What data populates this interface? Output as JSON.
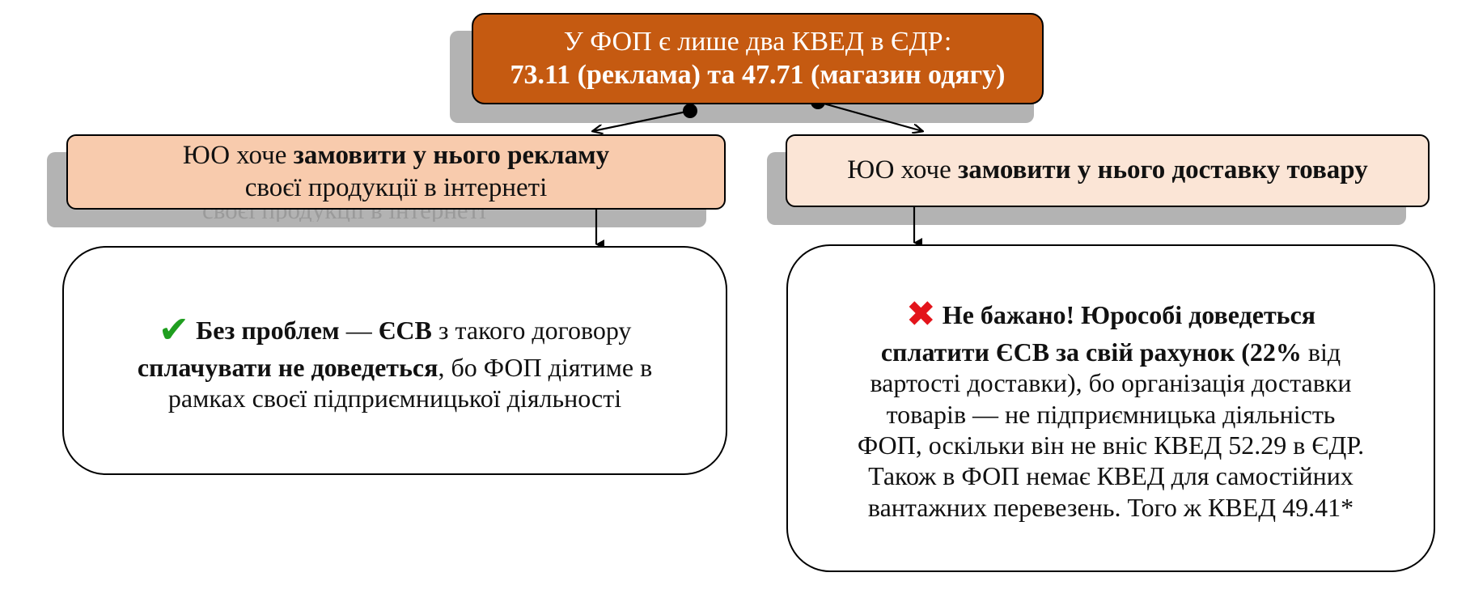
{
  "top_box": {
    "line1": "У ФОП є лише два КВЕД в ЄДР:",
    "line2": "73.11 (реклама) та 47.71 (магазин одягу)"
  },
  "left_branch": {
    "condition": {
      "normal": "ЮО хоче ",
      "bold": "замовити у нього рекламу",
      "line2": "своєї продукції в інтернеті"
    },
    "result": {
      "icon": "check-icon",
      "bold1": "Без проблем",
      "text1": " — ",
      "bold2": "ЄСВ",
      "text2": " з такого договору",
      "bold3": "сплачувати не доведеться",
      "text3": ", бо ФОП діятиме в",
      "line3": "рамках своєї підприємницької діяльності"
    }
  },
  "right_branch": {
    "condition": {
      "normal": "ЮО хоче ",
      "bold": "замовити у нього доставку товару"
    },
    "result": {
      "icon": "cross-icon",
      "bold1": "Не бажано! Юрособі доведеться",
      "bold2": "сплатити ЄСВ за свій рахунок (22%",
      "text2": " від",
      "line3": "вартості доставки), бо організація доставки",
      "line4": "товарів — не підприємницька діяльність",
      "line5": "ФОП, оскільки він не вніс КВЕД 52.29 в ЄДР.",
      "line6": "Також в ФОП немає КВЕД для самостійних",
      "line7": "вантажних перевезень. Того ж КВЕД 49.41*"
    }
  },
  "colors": {
    "top_fill": "#c55a11",
    "left_condition_fill": "#f8cbad",
    "right_condition_fill": "#fbe5d6",
    "shadow": "#b3b3b3",
    "check": "#1f9e1f",
    "cross": "#e3141b"
  }
}
